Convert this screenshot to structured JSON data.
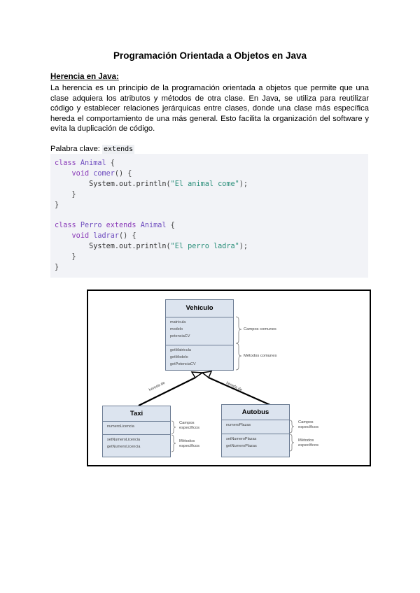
{
  "document": {
    "title": "Programación Orientada a Objetos en Java",
    "section_heading": "Herencia en Java:",
    "paragraph": "La herencia es un principio de la programación orientada a objetos que permite que una clase adquiera los atributos y métodos de otra clase. En Java, se utiliza para reutilizar código y establecer relaciones jerárquicas entre clases, donde una clase más específica hereda el comportamiento de una más general. Esto facilita la organización del software y evita la duplicación de código.",
    "keyword_label": "Palabra clave:",
    "keyword_value": "extends"
  },
  "code": {
    "kw_class": "class",
    "kw_void": "void",
    "kw_extends": "extends",
    "animal_class": "Animal",
    "perro_class": "Perro",
    "method_comer": "comer",
    "method_ladrar": "ladrar",
    "println_call": "System.out.println(",
    "str_animal": "\"El animal come\"",
    "str_perro": "\"El perro ladra\""
  },
  "diagram": {
    "vehiculo": {
      "name": "Vehiculo",
      "attributes": [
        "matricula",
        "modelo",
        "potenciaCV"
      ],
      "methods": [
        "getMatricula",
        "getModelo",
        "getPotenciaCV"
      ],
      "attr_note": "Campos comunes",
      "method_note": "Métodos comunes"
    },
    "taxi": {
      "name": "Taxi",
      "attributes": [
        "numeroLicencia"
      ],
      "methods": [
        "setNumeroLicencia",
        "getNumeroLicencia"
      ],
      "attr_note": "Campos específicos",
      "method_note": "Métodos específicos"
    },
    "autobus": {
      "name": "Autobus",
      "attributes": [
        "numeroPlazas"
      ],
      "methods": [
        "setNumeroPlazas",
        "getNumeroPlazas"
      ],
      "attr_note": "Campos específicos",
      "method_note": "Métodos específicos"
    },
    "arrow_label_left": "hereda de",
    "arrow_label_right": "hereda de"
  },
  "colors": {
    "uml_fill": "#dce4ef",
    "keyword": "#8a3bb8",
    "string": "#2a8f7a"
  }
}
